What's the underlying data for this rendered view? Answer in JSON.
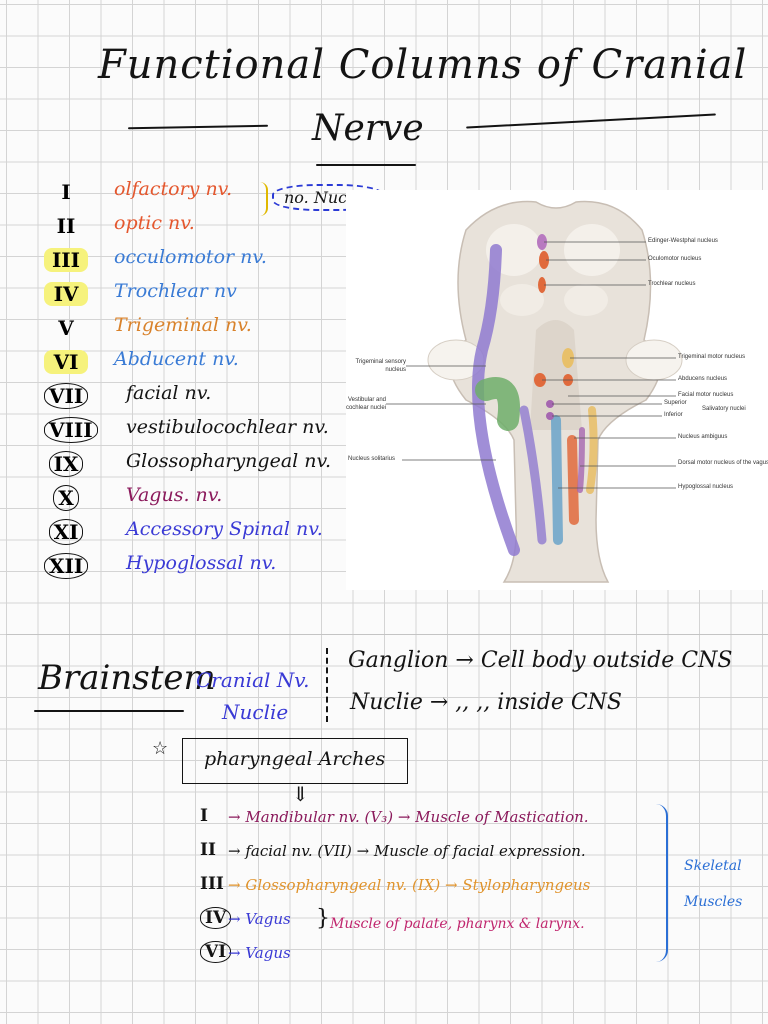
{
  "title": {
    "line1": "Functional Columns of Cranial",
    "line2": "Nerve"
  },
  "nerves": [
    {
      "num": "I",
      "name": "olfactory nv.",
      "color": "#e4572e"
    },
    {
      "num": "II",
      "name": "optic nv.",
      "color": "#e4572e"
    },
    {
      "num": "III",
      "name": "occulomotor nv.",
      "color": "#3a7bd5"
    },
    {
      "num": "IV",
      "name": "Trochlear nv",
      "color": "#3a7bd5"
    },
    {
      "num": "V",
      "name": "Trigeminal nv.",
      "color": "#d9822b"
    },
    {
      "num": "VI",
      "name": "Abducent nv.",
      "color": "#3a7bd5"
    },
    {
      "num": "VII",
      "name": "facial nv.",
      "color": "#141414"
    },
    {
      "num": "VIII",
      "name": "vestibulocochlear nv.",
      "color": "#141414"
    },
    {
      "num": "IX",
      "name": "Glossopharyngeal nv.",
      "color": "#141414"
    },
    {
      "num": "X",
      "name": "Vagus. nv.",
      "color": "#8b1a5c"
    },
    {
      "num": "XI",
      "name": "Accessory Spinal nv.",
      "color": "#3a3ad5"
    },
    {
      "num": "XII",
      "name": "Hypoglossal nv.",
      "color": "#3a3ad5"
    }
  ],
  "no_nuclei_note": "no. Nuclie.",
  "diagram": {
    "labels_left": [
      "Trigeminal sensory nucleus",
      "Vestibular and cochlear nuclei",
      "Nucleus solitarius"
    ],
    "labels_right": [
      "Edinger-Westphal nucleus",
      "Oculomotor nucleus",
      "Trochlear nucleus",
      "Trigeminal motor nucleus",
      "Abducens nucleus",
      "Facial motor nucleus",
      "Superior",
      "Inferior",
      "Salivatory nuclei",
      "Nucleus ambiguus",
      "Dorsal motor nucleus of the vagus",
      "Hypoglossal nucleus"
    ]
  },
  "brainstem": {
    "heading": "Brainstem",
    "cranial_nv": "Cranial Nv.",
    "nuclie": "Nuclie",
    "ganglion": "Ganglion → Cell body outside CNS",
    "nuclie_def": "Nuclie →   ,,     ,,    inside CNS"
  },
  "pharyngeal": {
    "star": "☆",
    "box_label": "pharyngeal Arches",
    "arrow": "⇓",
    "arches": [
      {
        "num": "I",
        "text": "→ Mandibular nv. (V₃) → Muscle of Mastication."
      },
      {
        "num": "II",
        "text": "→ facial nv. (VII) → Muscle of facial expression."
      },
      {
        "num": "III",
        "text": "→ Glossopharyngeal nv. (IX) → Stylopharyngeus"
      },
      {
        "num": "IV",
        "text": "→ Vagus"
      },
      {
        "num": "VI",
        "text": "→ Vagus"
      }
    ],
    "vagus_muscles": "Muscle of palate, pharynx & larynx.",
    "skeletal": "Skeletal Muscles"
  },
  "colors": {
    "ink": "#141414",
    "red": "#e4572e",
    "blue": "#3a7bd5",
    "orange": "#d9822b",
    "purple": "#8b1a5c",
    "indigo": "#3a3ad5",
    "magenta": "#c0266e",
    "highlight": "#f6f27c"
  }
}
